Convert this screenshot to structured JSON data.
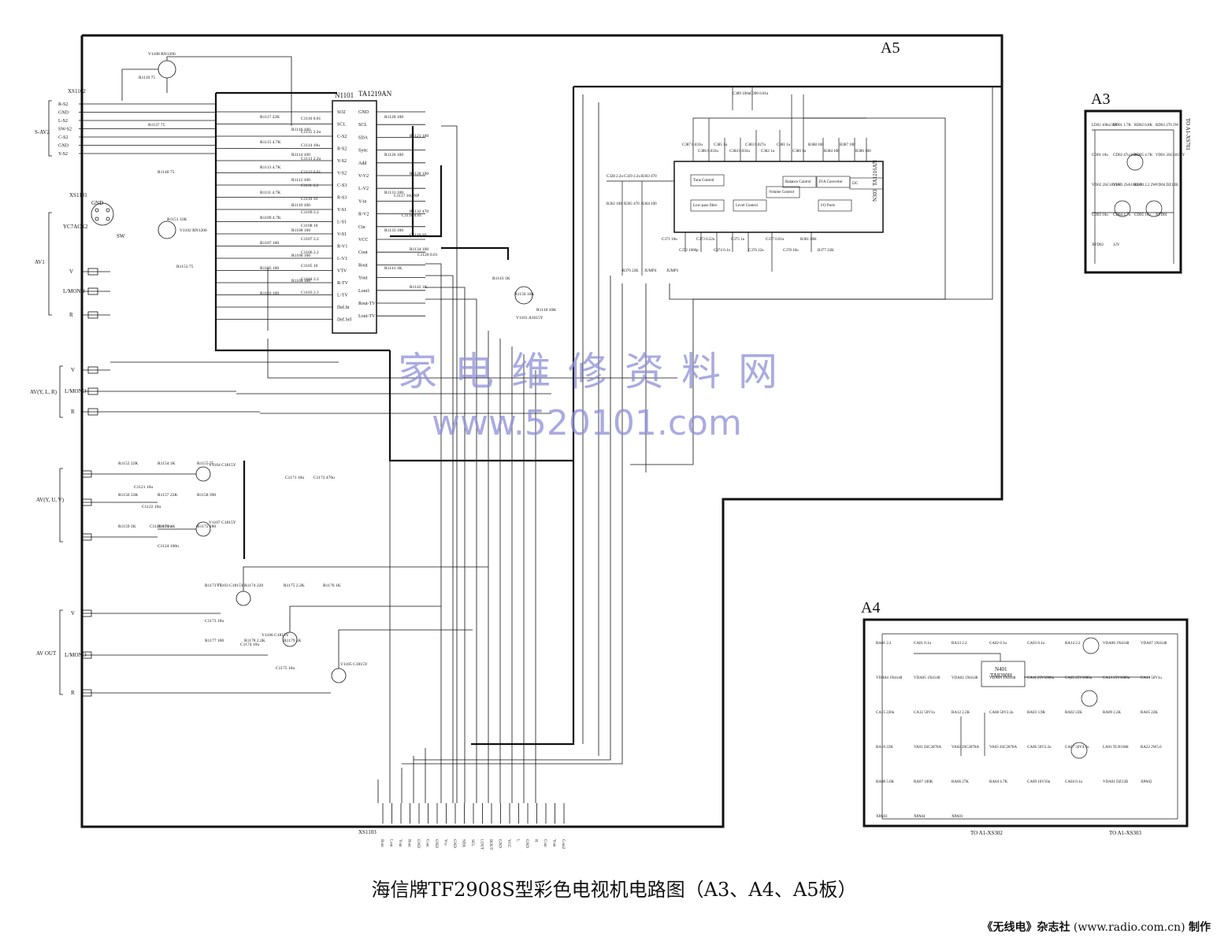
{
  "caption": "海信牌TF2908S型彩色电视机电路图（A3、A4、A5板）",
  "credit": {
    "magazine": "《无线电》杂志社",
    "url": "(www.radio.com.cn)",
    "made_by": "制作"
  },
  "watermark": {
    "site_name": "家电维修资料网",
    "url": "www.520101.com",
    "color": "#8e8fd8"
  },
  "boards": {
    "a5": "A5",
    "a3": "A3",
    "a4": "A4"
  },
  "chips": {
    "n1101_ref": "N1101",
    "n1101_part": "TA1219AN",
    "n303_ref": "N303",
    "n303_part": "TA1216AN",
    "n401_ref": "N401",
    "n401_part": "TA8200H"
  },
  "n303_blocks": [
    "Tone Control",
    "Balance Control",
    "Volume Control",
    "D/A Converter",
    "I2C",
    "Low-pass filter",
    "Level Control",
    "I/O Ports"
  ],
  "connectors": {
    "xs1102": "XS1102",
    "xs1103": "XS1103",
    "xs1101": "XS1101",
    "xs1101_type": "YC7ACK2",
    "a4_to1": "TO A1-XS302",
    "a4_to2": "TO A1-XS303",
    "a3_to": "TO A1-XS701"
  },
  "svideo_pins": [
    "R-S2",
    "GND",
    "L-S2",
    "SW-S2",
    "C-S2",
    "GND",
    "Y-S2"
  ],
  "svideo_label": "S-AV2",
  "av_labels": {
    "av1": "AV1",
    "av2": "AV(Y, L, R)",
    "av3": "AV(Y, U, V)",
    "avout": "AV OUT",
    "v": "V",
    "lmono": "L/MONO",
    "r": "R",
    "gnd": "GND",
    "sw": "SW"
  },
  "n1101_left_pins": [
    "SO2",
    "SCL",
    "C-S2",
    "R-S2",
    "Y-S2",
    "V-S2",
    "C-S3",
    "R-S3",
    "Y-S1",
    "L-S1",
    "V-S1",
    "R-V1",
    "L-V1",
    "VTV",
    "R-TV",
    "L-TV",
    "Def.In",
    "Def.Sel"
  ],
  "n1101_right_pins": [
    "GND",
    "SCL",
    "SDA",
    "Sync",
    "Add",
    "V-V2",
    "L-V2",
    "Y-in",
    "R-V2",
    "Cin",
    "VCC",
    "Cout",
    "Rout",
    "Yout",
    "Lout1",
    "Rout-TV",
    "Lout-TV"
  ],
  "resistors": [
    "R1117 22K",
    "R1116 100",
    "R1115 4.7K",
    "R1114 100",
    "R1113 4.7K",
    "R1112 100",
    "R1111 4.7K",
    "R1110 100",
    "R1109 4.7K",
    "R1108 100",
    "R1107 100",
    "R1106 100",
    "R1105 100",
    "R1104 100",
    "R1103 100",
    "R1120 100",
    "R1121 100",
    "R1126 100",
    "R1128 100",
    "R1131 100",
    "R1132 470",
    "R1133 100",
    "R1134 100",
    "R1141 1K",
    "R1142 1K",
    "R1143 1K",
    "R1150 10K",
    "R1118 10K",
    "R1119 75",
    "R1137 75",
    "R1140 75",
    "R1151 33K",
    "R1153 75",
    "R1152 22K",
    "R1154 1K",
    "R1155 75",
    "R1156 33K",
    "R1157 22K",
    "R1158 390",
    "R1159 1K",
    "R1171 1K",
    "R1172 180",
    "R1173 75",
    "R1174 220",
    "R1175 2.2K",
    "R1176 1K",
    "R1177 100",
    "R1178 2.2K",
    "R1179 1K"
  ],
  "capacitors": [
    "C1116 0.01",
    "C1115 2.2u",
    "C1114 10u",
    "C1113 2.2u",
    "C1112 0.01",
    "C1111 2.2",
    "C1110 10",
    "C1109 2.2",
    "C1108 10",
    "C1107 2.2",
    "C1106 2.2",
    "C1105 10",
    "C1104 2.2",
    "C1103 2.2",
    "C1117 10u NP",
    "C1118 0.01",
    "C1119 10",
    "C1120 0.01",
    "C1121 10u",
    "C1122 10u",
    "C1123 0.01u",
    "C1124 100u",
    "C1171 10u",
    "C1172 470u",
    "C1173 10u",
    "C1174 10u",
    "C1175 10u"
  ],
  "transistors": [
    "V1101 A1015Y",
    "V1102 RN1206",
    "V1108 RN1206",
    "V1104 C1815Y",
    "V1107 C1815Y",
    "V1103 C1815Y",
    "V1106 C1815Y",
    "V1105 C1815Y"
  ],
  "n303_parts": [
    "C389 100u",
    "C390 0.01u",
    "C387 0.033u",
    "C386 0.033u",
    "C385 1u",
    "C384 0.033u",
    "C383 0.027u",
    "C382 1u",
    "C381 1u",
    "C380 1u",
    "R388 100",
    "R384 100",
    "R387 100",
    "R386 100",
    "C328 2.2u",
    "C329 2.2u",
    "R363 470",
    "R362 100",
    "R365 470",
    "R364 100",
    "C371 10u",
    "C372 1000p",
    "C373 0.22u",
    "C374 0.1u",
    "C375 1u",
    "C376 22u",
    "C377 0.01u",
    "C378 10u",
    "R381 10K",
    "R377 22K",
    "R376 22K",
    "JUMP4",
    "JUMP3"
  ],
  "a3_parts": [
    "LD01 100u/35V",
    "RD01 1.7K",
    "RD02 6.8K",
    "RD03 270 2W",
    "CD01 10u",
    "CD02 47u/25V",
    "RD05 4.7K",
    "VD01 2SC1815-Y",
    "VD02 2SC1815-Y",
    "VD03 2SA1015-Y",
    "RD04 2.2 2W",
    "VD04 DZ12B",
    "CD03 10u",
    "CD04 4.7u",
    "CD05 10u",
    "XFD01",
    "XFD02",
    "12V"
  ],
  "a4_parts": [
    "RA01 2.2",
    "CA01 0.1u",
    "RA13 2.2",
    "CA02 0.1u",
    "CA03 0.1u",
    "RA14 2.2",
    "VDA06 1N4148",
    "VDA07 1N4148",
    "VDA04 1N4148",
    "VDA05 1N4148",
    "VDA02 1N4148",
    "VDA03 1N4148",
    "CA11 25V1000u",
    "CA05 25V1000u",
    "CA13 25V1000u",
    "CA14 50V1u",
    "CA15 220u",
    "CA12 50V1u",
    "RA12 2.2K",
    "CA08 50V2.2u",
    "RA03 3.9K",
    "RA02 22K",
    "RA09 2.2K",
    "RA05 22K",
    "RA10 22K",
    "VA01 2SC2878A",
    "VA02 2SC2878A",
    "VA03 2SC2878A",
    "CA06 50V2.2u",
    "CA07 50V4.7u",
    "LA01 TLN1068",
    "RA22 2W5.6",
    "RA08 5.6K",
    "RA07 100K",
    "RA06 27K",
    "RA04 4.7K",
    "CA09 16V10u",
    "CA04 0.1u",
    "VDA01 DZ12B",
    "XPA02",
    "XPA03",
    "XPA04",
    "XPA01"
  ],
  "xs1103_pins": [
    "Rout",
    "Lout",
    "Yout",
    "Rout",
    "GND",
    "Cout",
    "GND",
    "Vcc",
    "GND",
    "SDA",
    "SCL",
    "LOUT",
    "ROUT",
    "GND",
    "VCC",
    "L",
    "GND",
    "R",
    "Cout",
    "Yout",
    "Cout2"
  ],
  "chart_colors": {
    "line": "#111111",
    "background": "#ffffff"
  }
}
